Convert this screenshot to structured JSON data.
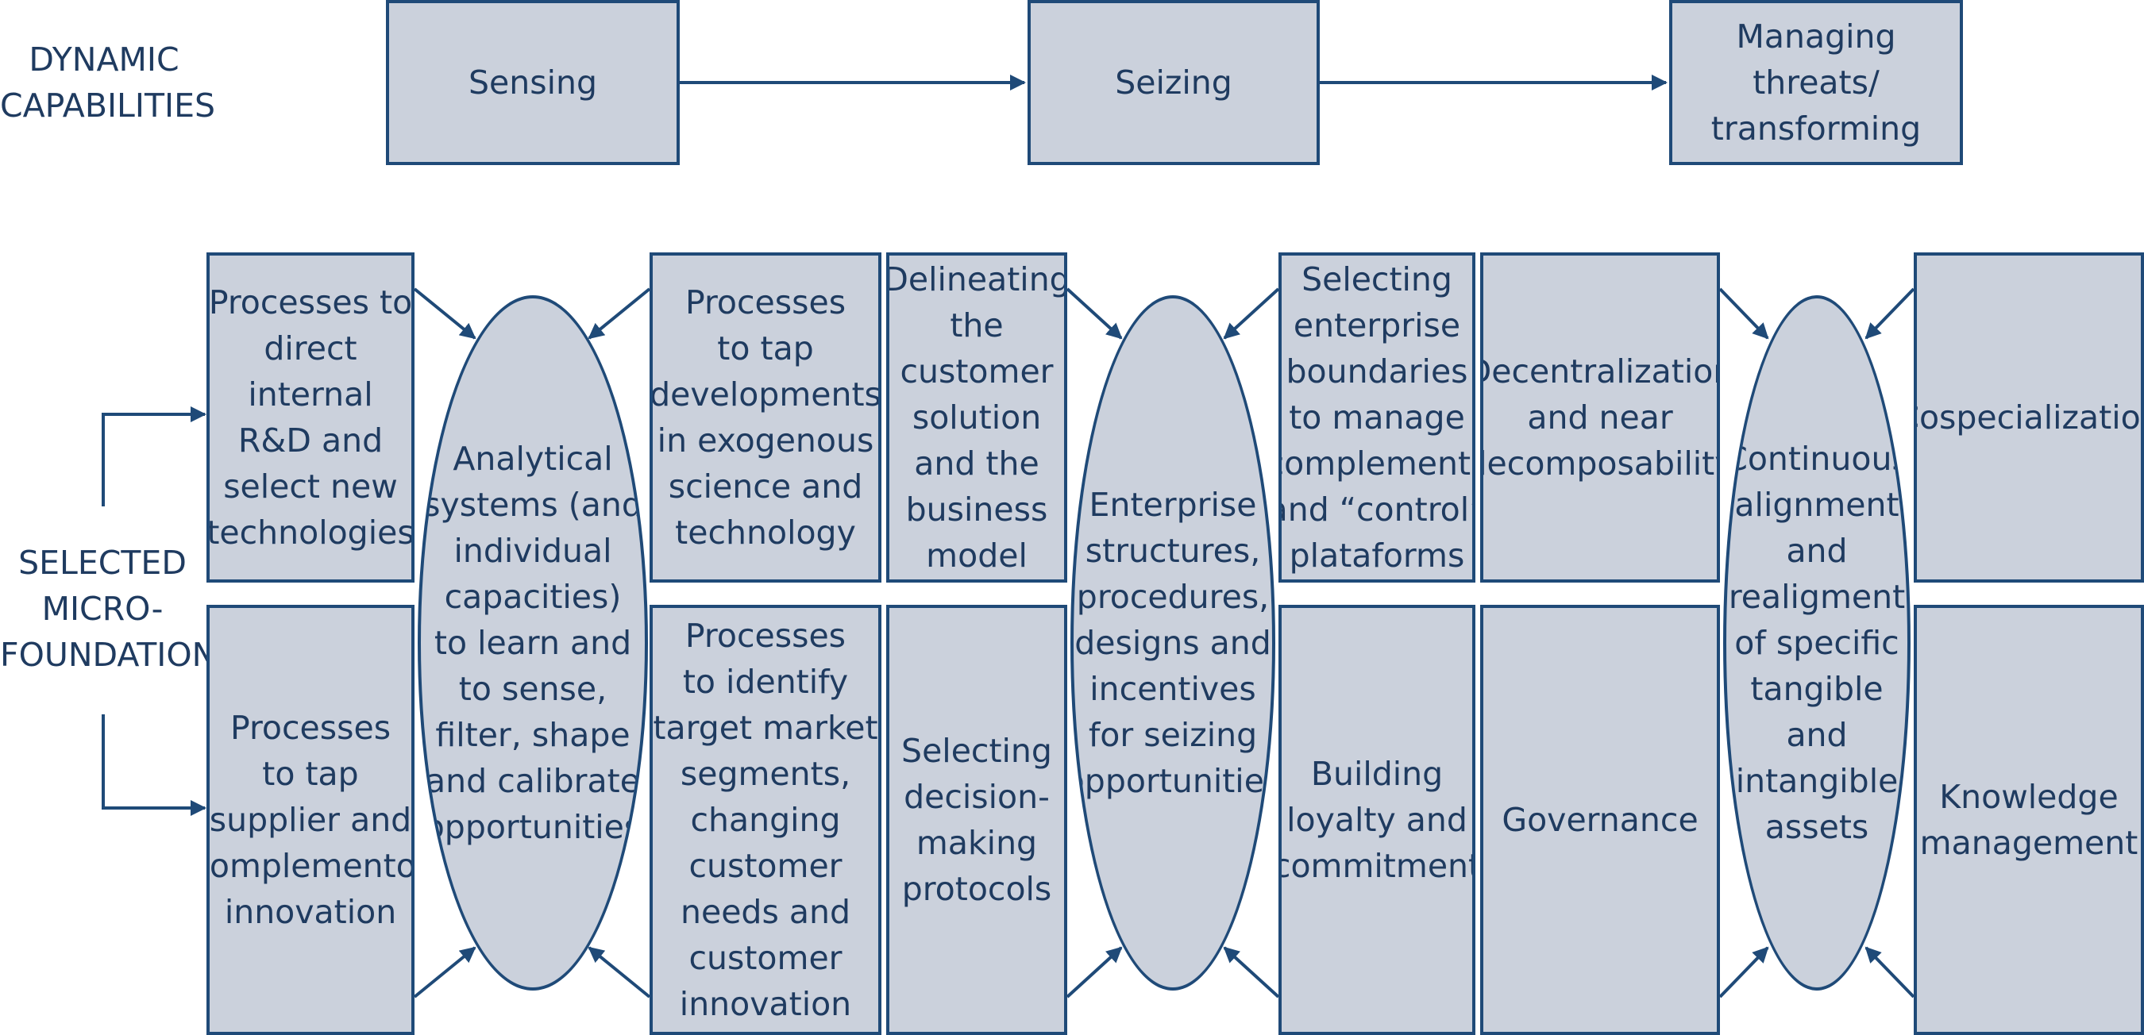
{
  "dynamic_label": "DYNAMIC\nCAPABILITIES",
  "micro_label": "SELECTED\nMICRO-\nFOUNDATIONS",
  "capabilities": [
    "Sensing",
    "Seizing",
    "Managing\nthreats/\ntransforming"
  ],
  "foundations": {
    "ellipse_sensing": "Analytical\nsystems (and\nindividual\ncapacities)\nto learn and\nto sense,\nfilter, shape\nand calibrate\nopportunities",
    "ellipse_seizing": "Enterprise\nstructures,\nprocedures,\ndesigns and\nincentives\nfor seizing\nopportunities",
    "ellipse_transforming": "Continuous\nalignment\nand\nrealigment\nof specific\ntangible\nand\nintangible\nassets",
    "box_rd": "Processes to\ndirect internal\nR&D and\nselect new\ntechnologies",
    "box_supplier": "Processes\nto tap\nsupplier and\ncomplementor\ninnovation",
    "box_exogenous": "Processes\nto tap\ndevelopments\nin exogenous\nscience and\ntechnology",
    "box_market": "Processes\nto identify\ntarget market\nsegments,\nchanging\ncustomer\nneeds and\ncustomer\ninnovation",
    "box_delineating": "Delineating\nthe\ncustomer\nsolution\nand the\nbusiness\nmodel",
    "box_decision": "Selecting\ndecision-\nmaking\nprotocols",
    "box_boundaries": "Selecting\nenterprise\nboundaries\nto manage\ncomplements\nand “control”\nplataforms",
    "box_loyalty": "Building\nloyalty and\ncommitment",
    "box_decentralization": "Decentralization\nand near\ndecomposability",
    "box_governance": "Governance",
    "box_cospecialization": "Cospecialization",
    "box_knowledge": "Knowledge\nmanagement"
  }
}
